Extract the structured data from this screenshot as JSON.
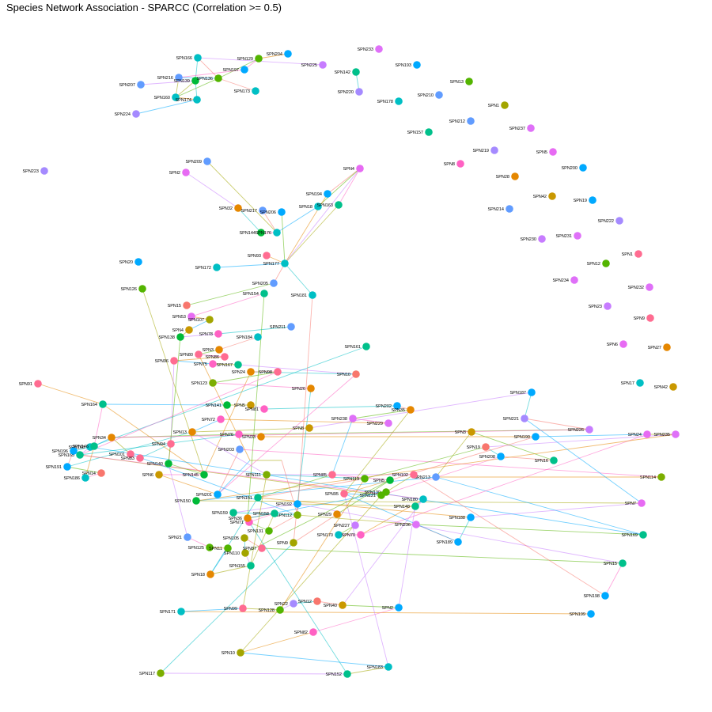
{
  "title": "Species Network Association - SPARCC (Correlation >= 0.5)",
  "nodes": [
    {
      "label": "SPN166",
      "color": "#00BFC4"
    },
    {
      "label": "SPN129",
      "color": "#53B400"
    },
    {
      "label": "SPN204",
      "color": "#00A9FF"
    },
    {
      "label": "SPN216",
      "color": "#619CFF"
    },
    {
      "label": "SPN139",
      "color": "#00BA38"
    },
    {
      "label": "SPN136",
      "color": "#53B400"
    },
    {
      "label": "SPN197",
      "color": "#00A9FF"
    },
    {
      "label": "SPN207",
      "color": "#619CFF"
    },
    {
      "label": "SPN173",
      "color": "#00BFC4"
    },
    {
      "label": "SPN160",
      "color": "#00BFC4"
    },
    {
      "label": "SPN174",
      "color": "#00BFC4"
    },
    {
      "label": "SPN224",
      "color": "#A58AFF"
    },
    {
      "label": "SPN225",
      "color": "#C77CFF"
    },
    {
      "label": "SPN233",
      "color": "#DF70F8"
    },
    {
      "label": "SPN142",
      "color": "#00C08B"
    },
    {
      "label": "SPN193",
      "color": "#00A9FF"
    },
    {
      "label": "SPN220",
      "color": "#A58AFF"
    },
    {
      "label": "SPN13",
      "color": "#53B400"
    },
    {
      "label": "SPN210",
      "color": "#619CFF"
    },
    {
      "label": "SPN178",
      "color": "#00BFC4"
    },
    {
      "label": "SPN1",
      "color": "#A3A500"
    },
    {
      "label": "SPN212",
      "color": "#619CFF"
    },
    {
      "label": "SPN237",
      "color": "#DF70F8"
    },
    {
      "label": "SPN157",
      "color": "#00C08B"
    },
    {
      "label": "SPN219",
      "color": "#A58AFF"
    },
    {
      "label": "SPN5",
      "color": "#E76BF3"
    },
    {
      "label": "SPN200",
      "color": "#00A9FF"
    },
    {
      "label": "SPN8",
      "color": "#FF61C3"
    },
    {
      "label": "SPN28",
      "color": "#E58700"
    },
    {
      "label": "SPN223",
      "color": "#A58AFF"
    },
    {
      "label": "SPN209",
      "color": "#619CFF"
    },
    {
      "label": "SPN2",
      "color": "#E76BF3"
    },
    {
      "label": "SPN4",
      "color": "#E76BF3"
    },
    {
      "label": "SPN194",
      "color": "#00A9FF"
    },
    {
      "label": "SPN18",
      "color": "#00BFC4"
    },
    {
      "label": "SPN163",
      "color": "#00C08B"
    },
    {
      "label": "SPN42",
      "color": "#C99800"
    },
    {
      "label": "SPN19",
      "color": "#00A9FF"
    },
    {
      "label": "SPN214",
      "color": "#619CFF"
    },
    {
      "label": "SPN222",
      "color": "#A58AFF"
    },
    {
      "label": "SPN230",
      "color": "#C77CFF"
    },
    {
      "label": "SPN231",
      "color": "#DF70F8"
    },
    {
      "label": "SPN1",
      "color": "#FF6C91"
    },
    {
      "label": "SPN12",
      "color": "#53B400"
    },
    {
      "label": "SPN234",
      "color": "#DF70F8"
    },
    {
      "label": "SPN232",
      "color": "#DF70F8"
    },
    {
      "label": "SPN23",
      "color": "#C77CFF"
    },
    {
      "label": "SPN9",
      "color": "#FF6C91"
    },
    {
      "label": "SPN6",
      "color": "#E76BF3"
    },
    {
      "label": "SPN27",
      "color": "#E58700"
    },
    {
      "label": "SPN17",
      "color": "#00BFC4"
    },
    {
      "label": "SPN42",
      "color": "#C99800"
    },
    {
      "label": "SPN32",
      "color": "#E58700"
    },
    {
      "label": "SPN217",
      "color": "#619CFF"
    },
    {
      "label": "SPN206",
      "color": "#00A9FF"
    },
    {
      "label": "SPN144",
      "color": "#00BA38"
    },
    {
      "label": "SPN176",
      "color": "#00BFC4"
    },
    {
      "label": "SPN93",
      "color": "#FF6C91"
    },
    {
      "label": "SPN177",
      "color": "#00BFC4"
    },
    {
      "label": "SPN20",
      "color": "#00A9FF"
    },
    {
      "label": "SPN172",
      "color": "#00BFC4"
    },
    {
      "label": "SPN126",
      "color": "#53B400"
    },
    {
      "label": "SPN205",
      "color": "#619CFF"
    },
    {
      "label": "SPN154",
      "color": "#00C08B"
    },
    {
      "label": "SPN181",
      "color": "#00BFC4"
    },
    {
      "label": "SPN15",
      "color": "#F8766D"
    },
    {
      "label": "SPN53",
      "color": "#E76BF3"
    },
    {
      "label": "SPN107",
      "color": "#A3A500"
    },
    {
      "label": "SPN4",
      "color": "#C99800"
    },
    {
      "label": "SPN138",
      "color": "#00BA38"
    },
    {
      "label": "SPN78",
      "color": "#FF61C3"
    },
    {
      "label": "SPN211",
      "color": "#619CFF"
    },
    {
      "label": "SPN184",
      "color": "#00BFC4"
    },
    {
      "label": "SPN3",
      "color": "#E58700"
    },
    {
      "label": "SPN80",
      "color": "#FF6C91"
    },
    {
      "label": "SPN86",
      "color": "#FF6C91"
    },
    {
      "label": "SPN96",
      "color": "#FF6C91"
    },
    {
      "label": "SPN75",
      "color": "#FF61C3"
    },
    {
      "label": "SPN167",
      "color": "#00C08B"
    },
    {
      "label": "SPN161",
      "color": "#00C08B"
    },
    {
      "label": "SPN10",
      "color": "#F8766D"
    },
    {
      "label": "SPN24",
      "color": "#E58700"
    },
    {
      "label": "SPN98",
      "color": "#FF6C91"
    },
    {
      "label": "SPN123",
      "color": "#7CAE00"
    },
    {
      "label": "SPN26",
      "color": "#E58700"
    },
    {
      "label": "SPN91",
      "color": "#FF6C91"
    },
    {
      "label": "SPN164",
      "color": "#00C08B"
    },
    {
      "label": "SPN141",
      "color": "#00BA38"
    },
    {
      "label": "SPN5",
      "color": "#C99800"
    },
    {
      "label": "SPN81",
      "color": "#FF61C3"
    },
    {
      "label": "SPN202",
      "color": "#00A9FF"
    },
    {
      "label": "SPN35",
      "color": "#E58700"
    },
    {
      "label": "SPN238",
      "color": "#DF70F8"
    },
    {
      "label": "SPN229",
      "color": "#DF70F8"
    },
    {
      "label": "SPN72",
      "color": "#FF61C3"
    },
    {
      "label": "SPN13",
      "color": "#E58700"
    },
    {
      "label": "SPN8",
      "color": "#C99800"
    },
    {
      "label": "SPN187",
      "color": "#00A9FF"
    },
    {
      "label": "SPN221",
      "color": "#A58AFF"
    },
    {
      "label": "SPN226",
      "color": "#C77CFF"
    },
    {
      "label": "SPN76",
      "color": "#FF61C3"
    },
    {
      "label": "SPN33",
      "color": "#E58700"
    },
    {
      "label": "SPN190",
      "color": "#00A9FF"
    },
    {
      "label": "SPN24",
      "color": "#E76BF3"
    },
    {
      "label": "SPN235",
      "color": "#DF70F8"
    },
    {
      "label": "SPN19",
      "color": "#F8766D"
    },
    {
      "label": "SPN208",
      "color": "#00A9FF"
    },
    {
      "label": "SPN16",
      "color": "#00C08B"
    },
    {
      "label": "SPN3",
      "color": "#C99800"
    },
    {
      "label": "SPN203",
      "color": "#619CFF"
    },
    {
      "label": "SPN114",
      "color": "#7CAE00"
    },
    {
      "label": "SPN213",
      "color": "#619CFF"
    },
    {
      "label": "SPN150",
      "color": "#00BA38"
    },
    {
      "label": "SPN7",
      "color": "#E76BF3"
    },
    {
      "label": "SPN188",
      "color": "#00A9FF"
    },
    {
      "label": "SPN189",
      "color": "#00A9FF"
    },
    {
      "label": "SPN236",
      "color": "#DF70F8"
    },
    {
      "label": "SPN169",
      "color": "#00C08B"
    },
    {
      "label": "SPN21",
      "color": "#619CFF"
    },
    {
      "label": "SPN125",
      "color": "#53B400"
    },
    {
      "label": "SPN11",
      "color": "#53B400"
    },
    {
      "label": "SPN18",
      "color": "#E58700"
    },
    {
      "label": "SPN155",
      "color": "#00C08B"
    },
    {
      "label": "SPN110",
      "color": "#A3A500"
    },
    {
      "label": "SPN105",
      "color": "#A3A500"
    },
    {
      "label": "SPN87",
      "color": "#FF6C91"
    },
    {
      "label": "SPN15",
      "color": "#00C08B"
    },
    {
      "label": "SPN198",
      "color": "#00A9FF"
    },
    {
      "label": "SPN199",
      "color": "#00A9FF"
    },
    {
      "label": "SPN171",
      "color": "#00BFC4"
    },
    {
      "label": "SPN99",
      "color": "#FF6C91"
    },
    {
      "label": "SPN128",
      "color": "#53B400"
    },
    {
      "label": "SPN22",
      "color": "#A58AFF"
    },
    {
      "label": "SPN12",
      "color": "#F8766D"
    },
    {
      "label": "SPN40",
      "color": "#C99800"
    },
    {
      "label": "SPN2",
      "color": "#00A9FF"
    },
    {
      "label": "SPN82",
      "color": "#FF61C3"
    },
    {
      "label": "SPN10",
      "color": "#A3A500"
    },
    {
      "label": "SPN183",
      "color": "#00BFC4"
    },
    {
      "label": "SPN152",
      "color": "#00C08B"
    },
    {
      "label": "SPN117",
      "color": "#7CAE00"
    },
    {
      "label": "SPN9",
      "color": "#A3A500"
    },
    {
      "label": "SPN29",
      "color": "#E58700"
    },
    {
      "label": "SPN227",
      "color": "#C77CFF"
    },
    {
      "label": "SPN170",
      "color": "#00BFC4"
    },
    {
      "label": "SPN70",
      "color": "#FF61C3"
    },
    {
      "label": "SPN180",
      "color": "#00BFC4"
    },
    {
      "label": "SPN148",
      "color": "#00C08B"
    },
    {
      "label": "SPN192",
      "color": "#00A9FF"
    },
    {
      "label": "SPN159",
      "color": "#00C08B"
    },
    {
      "label": "SPN112",
      "color": "#7CAE00"
    },
    {
      "label": "SPN131",
      "color": "#53B400"
    },
    {
      "label": "SPN71",
      "color": "#FF61C3"
    },
    {
      "label": "SPN158",
      "color": "#00C08B"
    },
    {
      "label": "SPN36",
      "color": "#E58700"
    },
    {
      "label": "SPN130",
      "color": "#53B400"
    },
    {
      "label": "SPN102",
      "color": "#FF6C91"
    },
    {
      "label": "SPN111",
      "color": "#7CAE00"
    },
    {
      "label": "SPN119",
      "color": "#53B400"
    },
    {
      "label": "SPN151",
      "color": "#00C08B"
    },
    {
      "label": "SPN85",
      "color": "#FF6C91"
    },
    {
      "label": "SPN5",
      "color": "#00BA38"
    },
    {
      "label": "SPN95",
      "color": "#FF6C91"
    },
    {
      "label": "SPN121",
      "color": "#53B400"
    },
    {
      "label": "SPN165",
      "color": "#00C08B"
    },
    {
      "label": "SPN168",
      "color": "#00BFC4"
    },
    {
      "label": "SPN196",
      "color": "#00A9FF"
    },
    {
      "label": "SPN191",
      "color": "#00A9FF"
    },
    {
      "label": "SPN14",
      "color": "#F8766D"
    },
    {
      "label": "SPN186",
      "color": "#00BFC4"
    },
    {
      "label": "SPN146",
      "color": "#00C08B"
    },
    {
      "label": "SPN34",
      "color": "#E58700"
    },
    {
      "label": "SPN101",
      "color": "#FF6C91"
    },
    {
      "label": "SPN83",
      "color": "#FF6C91"
    },
    {
      "label": "SPN94",
      "color": "#FF6C91"
    },
    {
      "label": "SPN140",
      "color": "#00BA38"
    },
    {
      "label": "SPN145",
      "color": "#00BA38"
    },
    {
      "label": "SPN6",
      "color": "#C99800"
    },
    {
      "label": "SPN201",
      "color": "#00A9FF"
    }
  ],
  "edge_colors": [
    "#00BFC4",
    "#F8766D",
    "#53B400",
    "#FF61C3",
    "#E58700",
    "#00A9FF",
    "#A3A500",
    "#C77CFF"
  ]
}
